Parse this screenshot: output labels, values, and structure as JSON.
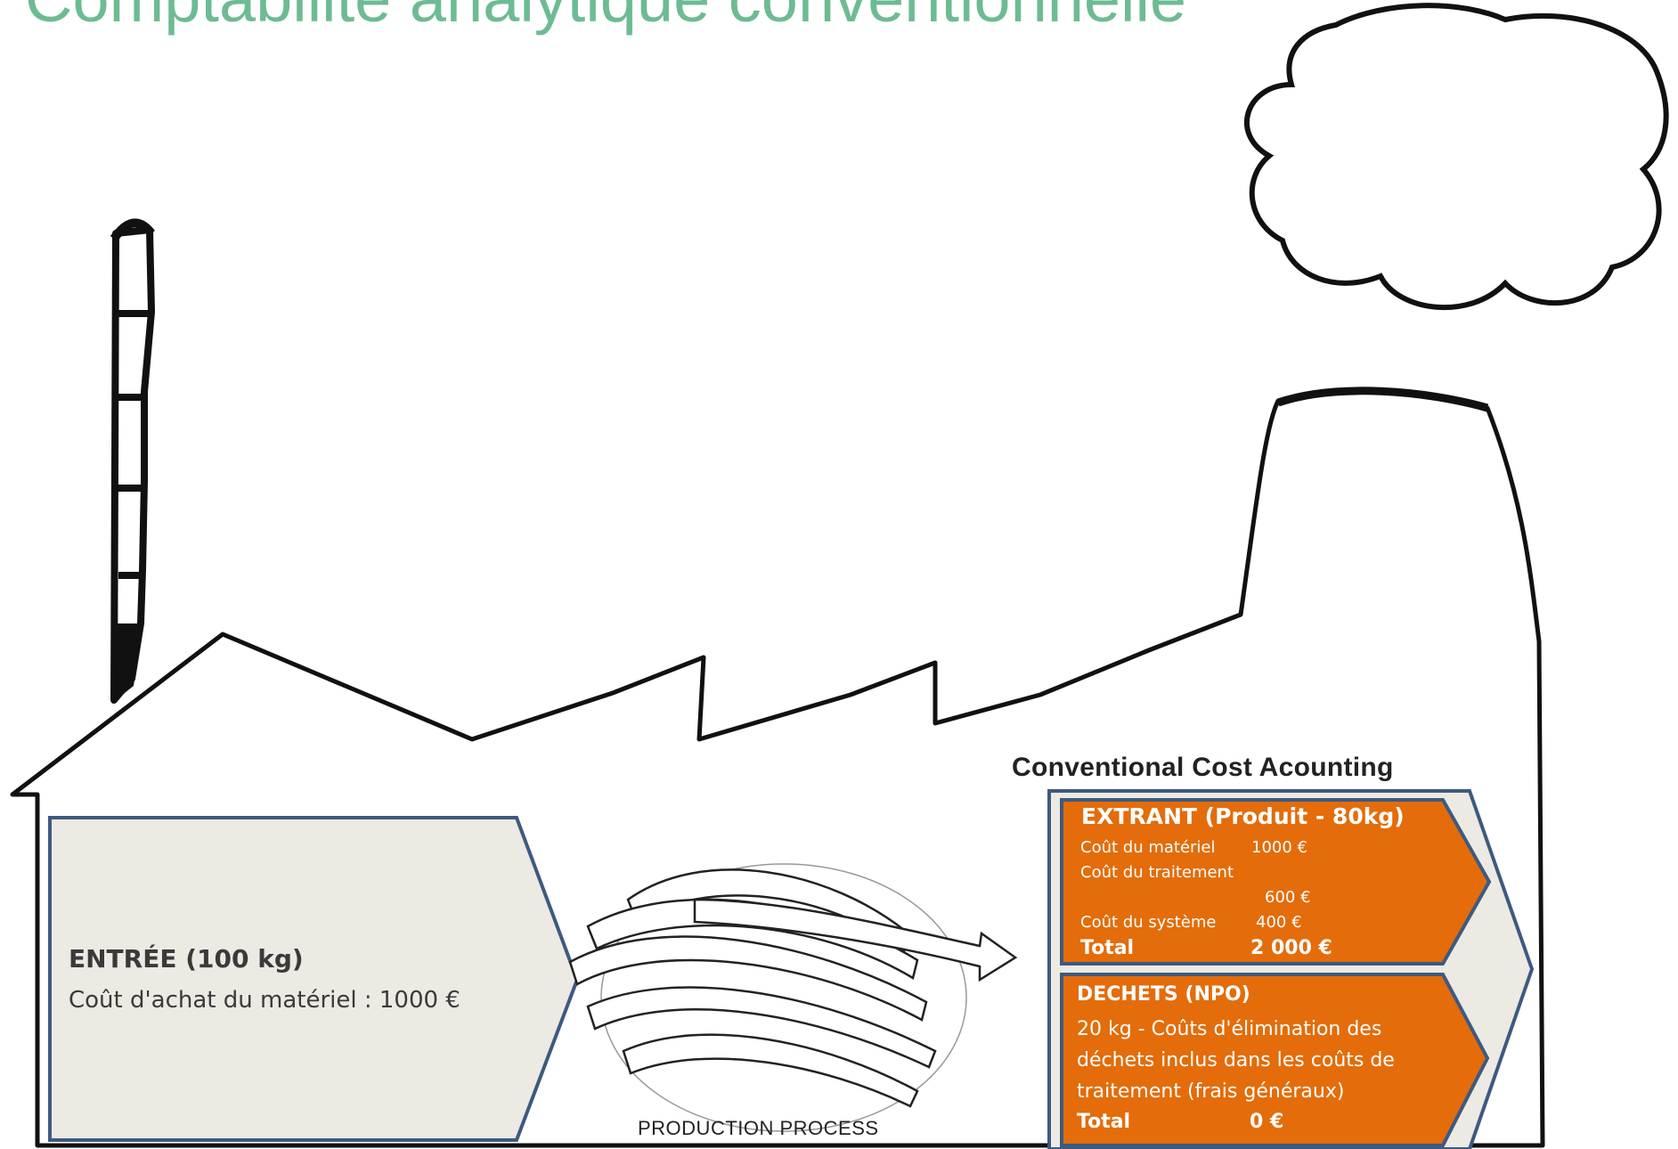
{
  "title": "Comptabilité analytique conventionnelle",
  "diagram_label": "Conventional Cost Acounting",
  "process_label": "PRODUCTION PROCESS",
  "colors": {
    "title": "#6dbb93",
    "input_box": "#eceae2",
    "output_box": "#e46c0a",
    "box_border": "#3d5a80"
  },
  "input": {
    "title": "ENTRÉE (100 kg)",
    "cost_line": "Coût d'achat du matériel : 1000 €"
  },
  "output": {
    "title": "EXTRANT (Produit - 80kg)",
    "material_label": "Coût du matériel",
    "material_value": "1000 €",
    "treatment_label": "Coût du traitement",
    "treatment_value": "600 €",
    "system_label": "Coût du système",
    "system_value": "400 €",
    "total_label": "Total",
    "total_value": "2 000 €"
  },
  "waste": {
    "title": "DECHETS (NPO)",
    "lines": [
      "20 kg - Coûts d'élimination des",
      "déchets inclus dans les coûts de",
      "traitement (frais généraux)"
    ],
    "total_label": "Total",
    "total_value": "0 €"
  }
}
